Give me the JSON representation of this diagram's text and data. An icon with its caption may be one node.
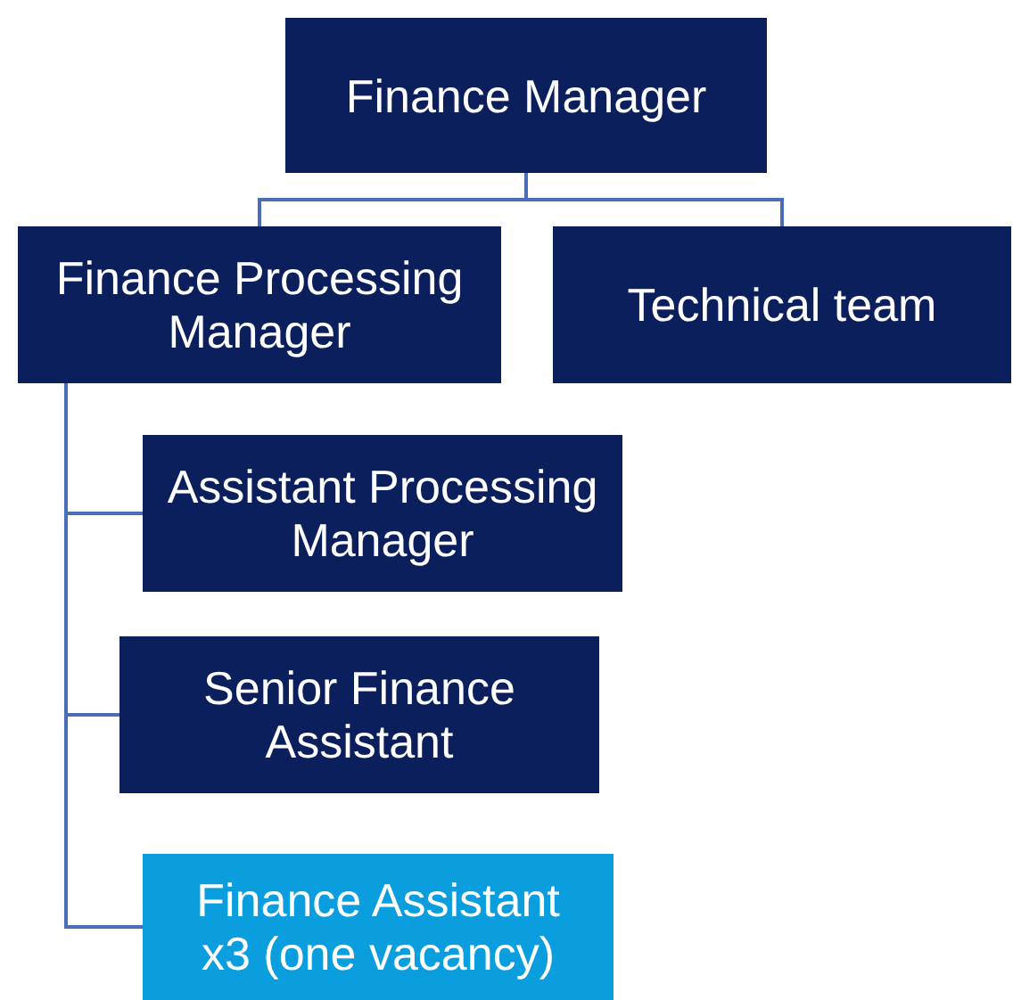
{
  "diagram": {
    "nodes": [
      {
        "text": [
          "Finance Manager"
        ]
      },
      {
        "text": [
          "Finance Processing Manager"
        ]
      },
      {
        "text": [
          "Technical team"
        ]
      },
      {
        "text": [
          "Assistant Processing Manager"
        ]
      },
      {
        "text": [
          "Senior Finance Assistant"
        ]
      },
      {
        "text": [
          "Finance Assistant x3 (one vacancy)"
        ]
      }
    ],
    "edges": [
      {
        "from": 0,
        "to": 1,
        "arrow": "none"
      },
      {
        "from": 0,
        "to": 2,
        "arrow": "none"
      },
      {
        "from": 1,
        "to": 3,
        "arrow": "none"
      },
      {
        "from": 1,
        "to": 4,
        "arrow": "none"
      },
      {
        "from": 1,
        "to": 5,
        "arrow": "none"
      }
    ]
  }
}
